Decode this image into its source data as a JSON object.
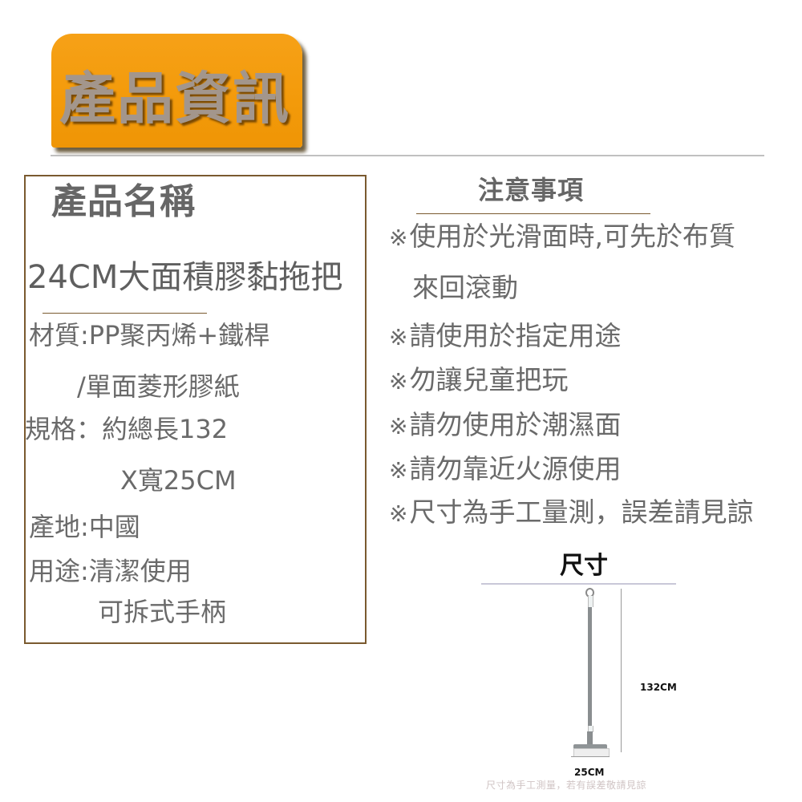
{
  "header": {
    "title": "產品資訊",
    "banner_color": "#f39a0a",
    "title_color": "#a3968c"
  },
  "product_info": {
    "heading": "產品名稱",
    "name": "24CM大面積膠黏拖把",
    "lines": [
      "材質:PP聚丙烯+鐵桿",
      "/單面菱形膠紙",
      "規格：約總長132",
      "X寬25CM",
      "產地:中國",
      "用途:清潔使用",
      "可拆式手柄"
    ],
    "border_color": "#7a5a2f"
  },
  "notes": {
    "heading": "注意事項",
    "mark": "※",
    "items": [
      "使用於光滑面時,可先於布質",
      "來回滾動",
      "請使用於指定用途",
      "勿讓兒童把玩",
      "請勿使用於潮濕面",
      "請勿靠近火源使用",
      "尺寸為手工量測，誤差請見諒"
    ]
  },
  "size_diagram": {
    "title": "尺寸",
    "height_label": "132CM",
    "width_label": "25CM",
    "footnote": "尺寸為手工測量，若有誤差敬請見諒",
    "product_icon": "mop-icon"
  }
}
